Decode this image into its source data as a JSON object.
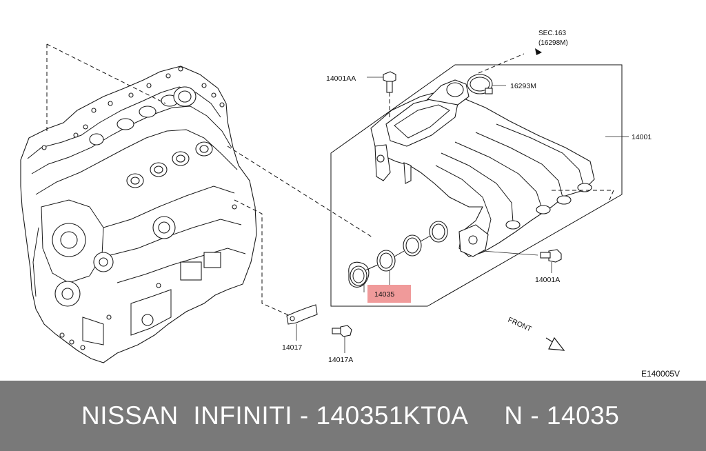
{
  "diagram": {
    "labels": {
      "sec_ref_line1": "SEC.163",
      "sec_ref_line2": "(16298M)",
      "part_14001AA": "14001AA",
      "part_16293M": "16293M",
      "part_14001": "14001",
      "part_14035": "14035",
      "part_14001A": "14001A",
      "part_14017": "14017",
      "part_14017A": "14017A",
      "front": "FRONT",
      "diagram_code": "E140005V"
    },
    "highlight_color": "#f09a9a"
  },
  "banner": {
    "text": "NISSAN  INFINITI - 140351KT0A     N - 14035",
    "background": "#797979",
    "text_color": "#ffffff"
  }
}
